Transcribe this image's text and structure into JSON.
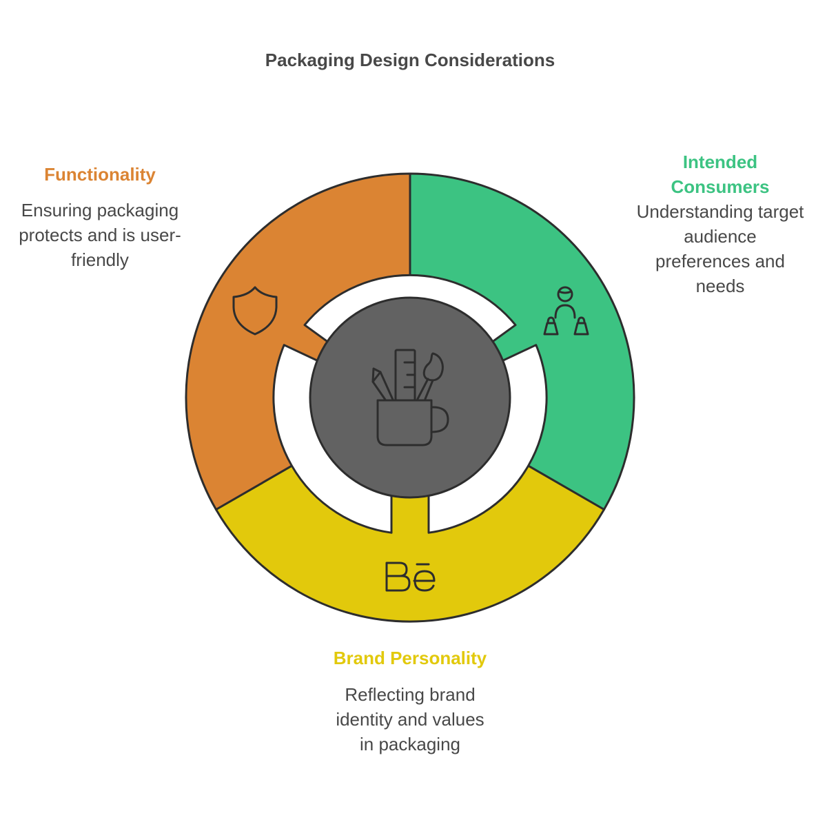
{
  "title": "Packaging Design Considerations",
  "center": {
    "icon": "art-supplies-cup-icon",
    "color": "#626262"
  },
  "segments": [
    {
      "id": "functionality",
      "heading": "Functionality",
      "description": "Ensuring packaging protects and is user-friendly",
      "color": "#db8433",
      "icon": "shield-icon"
    },
    {
      "id": "intended-consumers",
      "heading": "Intended Consumers",
      "description": "Understanding target audience preferences and needs",
      "color": "#3cc382",
      "icon": "consumer-shopping-bags-icon"
    },
    {
      "id": "brand-personality",
      "heading": "Brand Personality",
      "description": "Reflecting brand identity and values in packaging",
      "color": "#e2c90c",
      "icon": "behance-icon"
    }
  ],
  "colors": {
    "stroke": "#2d2d2d",
    "text": "#484848"
  }
}
